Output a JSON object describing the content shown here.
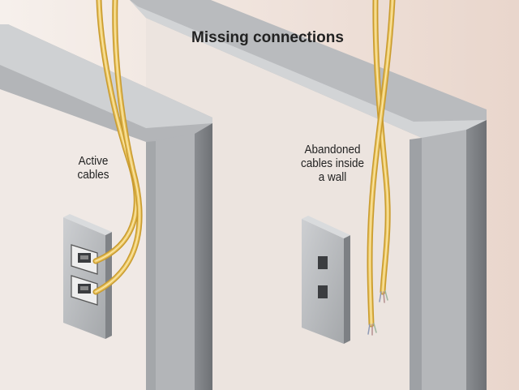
{
  "title": "Missing connections",
  "labels": {
    "active": [
      "Active",
      "cables"
    ],
    "abandoned": [
      "Abandoned",
      "cables inside",
      "a wall"
    ]
  },
  "colors": {
    "background": "#f3e9e3",
    "wall_face": "#eae2dd",
    "frame_front": "#b3b5b8",
    "frame_side": "#7d8084",
    "frame_top": "#cfd1d3",
    "plate": "#b9bbbe",
    "cable": "#e2b94e",
    "cable_highlight": "#f7e3a2"
  },
  "icons": {
    "wall_plate_active": "wall-plate-icon",
    "wall_plate_empty": "wall-plate-icon",
    "jack": "rj45-jack-icon"
  }
}
